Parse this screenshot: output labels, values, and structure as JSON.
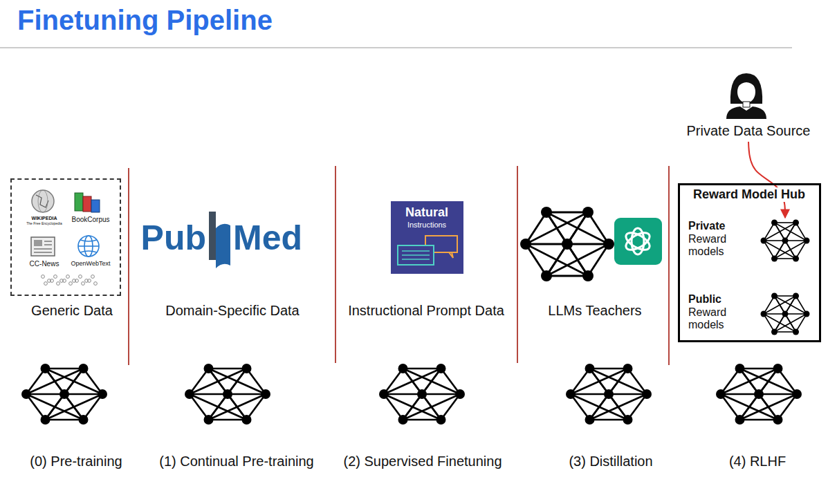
{
  "diagram": {
    "title": "Finetuning Pipeline",
    "nodes": [
      {
        "text": [
          "Private Data Source"
        ]
      },
      {
        "text": [
          "WIKIPEDIA",
          "The Free Encyclopedia",
          "BookCorpus",
          "CC-News",
          "OpenWebText"
        ]
      },
      {
        "text": [
          "Natural",
          "Instructions"
        ]
      },
      {
        "text": [
          "Reward Model Hub"
        ]
      },
      {
        "text": [
          "Private",
          "Reward models"
        ],
        "in": 3
      },
      {
        "text": [
          "Public",
          "Reward models"
        ],
        "in": 3
      }
    ],
    "edges": [
      {
        "from": 0,
        "to": 4,
        "arrow": "to"
      }
    ],
    "labels": [
      "Pub",
      "Med",
      "Generic Data",
      "Domain-Specific Data",
      "Instructional Prompt Data",
      "LLMs Teachers",
      "(0) Pre-training",
      "(1) Continual Pre-training",
      "(2) Supervised Finetuning",
      "(3) Distillation",
      "(4) RLHF"
    ]
  }
}
